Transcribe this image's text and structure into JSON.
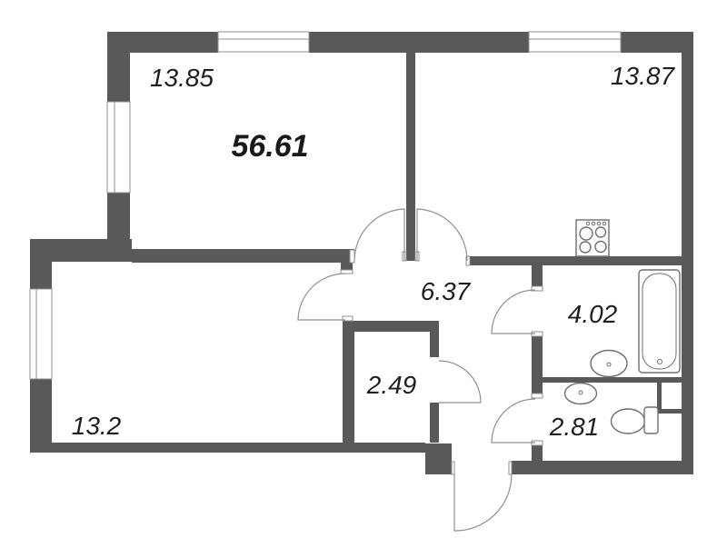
{
  "plan": {
    "type": "apartment-floor-plan",
    "total_area_label": "56.61",
    "rooms": [
      {
        "id": "room-top-left",
        "area_label": "13.85"
      },
      {
        "id": "room-top-right",
        "area_label": "13.87"
      },
      {
        "id": "hallway",
        "area_label": "6.37"
      },
      {
        "id": "bathroom",
        "area_label": "4.02"
      },
      {
        "id": "storage",
        "area_label": "2.49"
      },
      {
        "id": "room-bottom-left",
        "area_label": "13.2"
      },
      {
        "id": "wc",
        "area_label": "2.81"
      }
    ],
    "colors": {
      "wall": "#595959",
      "line": "#909090",
      "text": "#1f1f1f",
      "background": "#ffffff"
    },
    "fixtures": [
      "stove-icon",
      "bathtub-icon",
      "sink-icon",
      "sink-icon",
      "toilet-icon"
    ]
  }
}
